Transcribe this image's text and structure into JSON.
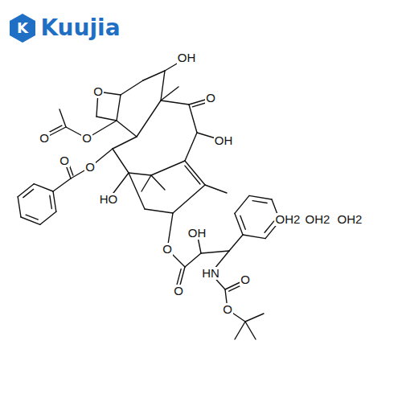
{
  "diagram": {
    "labels": [
      "K",
      "Kuujia",
      "OH",
      "O",
      "O",
      "O",
      "O",
      "OH",
      "O",
      "O",
      "HO",
      "OH",
      "O",
      "O",
      "HN",
      "O",
      "O",
      "OH2",
      "OH2",
      "OH2"
    ]
  }
}
